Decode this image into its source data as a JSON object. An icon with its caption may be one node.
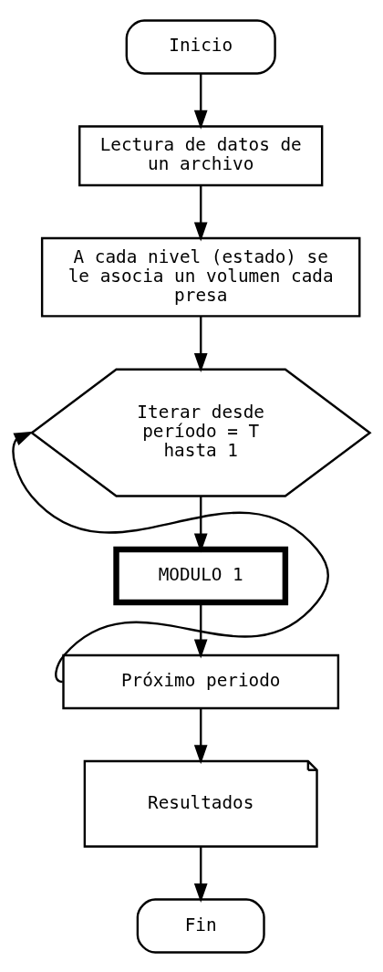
{
  "diagram": {
    "nodes": [
      {
        "text": [
          "Inicio"
        ]
      },
      {
        "text": [
          "Lectura de datos de un archivo"
        ]
      },
      {
        "text": [
          "A cada nivel (estado) se le asocia un volumen cada presa"
        ]
      },
      {
        "text": [
          "Iterar desde período = T hasta 1"
        ]
      },
      {
        "text": [
          "MODULO 1"
        ]
      },
      {
        "text": [
          "Próximo periodo"
        ]
      },
      {
        "text": [
          "Resultados"
        ]
      },
      {
        "text": [
          "Fin"
        ]
      }
    ],
    "edges": [
      {
        "from": 0,
        "to": 1,
        "arrow": "to"
      },
      {
        "from": 1,
        "to": 2,
        "arrow": "to"
      },
      {
        "from": 2,
        "to": 3,
        "arrow": "to"
      },
      {
        "from": 3,
        "to": 4,
        "arrow": "to"
      },
      {
        "from": 4,
        "to": 5,
        "arrow": "to"
      },
      {
        "from": 5,
        "to": 3,
        "arrow": "to"
      },
      {
        "from": 5,
        "to": 6,
        "arrow": "to"
      },
      {
        "from": 6,
        "to": 7,
        "arrow": "to"
      }
    ]
  }
}
